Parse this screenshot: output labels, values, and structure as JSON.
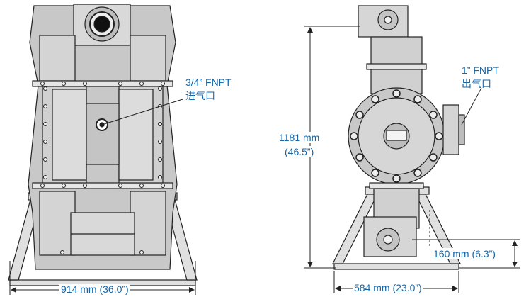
{
  "colors": {
    "annotation": "#1565a8",
    "outline": "#222222",
    "body_fill": "#cfcfcf",
    "frame_fill": "#e0e0e0"
  },
  "front_view": {
    "air_inlet_size": "3/4” FNPT",
    "air_inlet_label": "进气口",
    "width_dimension": "914 mm (36.0”)"
  },
  "side_view": {
    "air_outlet_size": "1” FNPT",
    "air_outlet_label": "出气口",
    "height_mm": "1181 mm",
    "height_in": "(46.5”)",
    "depth_dimension": "584 mm (23.0”)",
    "inlet_height_dimension": "160 mm (6.3”)"
  }
}
